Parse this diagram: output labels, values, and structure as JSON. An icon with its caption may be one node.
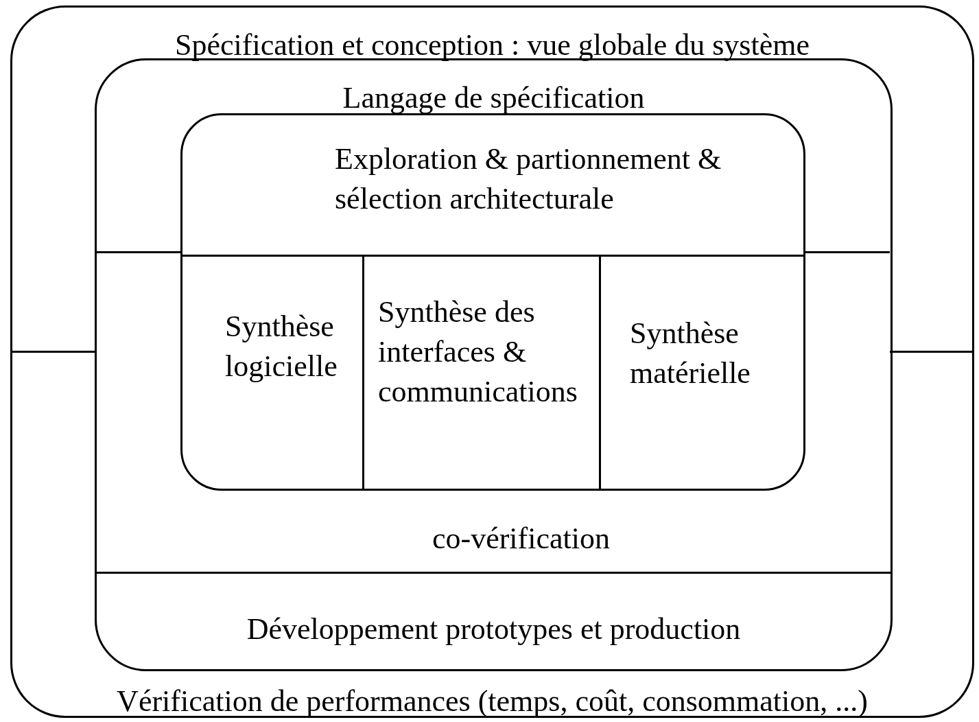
{
  "diagram": {
    "nodes": [
      {
        "text": [
          "Spécification et conception : vue globale du système",
          "Vérification de performances (temps, coût, consommation, ...)"
        ]
      },
      {
        "text": [
          "Langage de spécification",
          "co-vérification"
        ],
        "in": 0
      },
      {
        "text": [
          "Exploration & partionnement & sélection architecturale"
        ],
        "in": 1
      },
      {
        "text": [
          "Synthèse logicielle"
        ],
        "in": 2
      },
      {
        "text": [
          "Synthèse des interfaces & communications"
        ],
        "in": 2
      },
      {
        "text": [
          "Synthèse matérielle"
        ],
        "in": 2
      },
      {
        "text": [
          "Développement prototypes et production"
        ],
        "in": 1
      }
    ],
    "edges": []
  }
}
